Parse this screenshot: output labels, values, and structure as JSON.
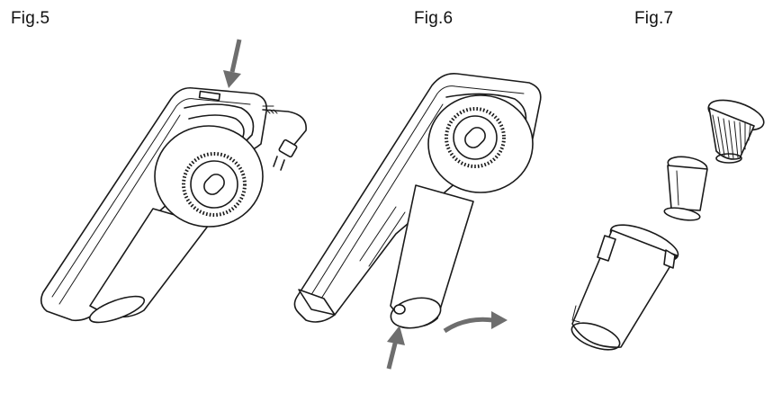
{
  "figures": [
    {
      "label": "Fig.5"
    },
    {
      "label": "Fig.6"
    },
    {
      "label": "Fig.7"
    }
  ],
  "colors": {
    "line": "#1a1a1a",
    "arrow": "#6e6e6e",
    "background": "#ffffff"
  }
}
